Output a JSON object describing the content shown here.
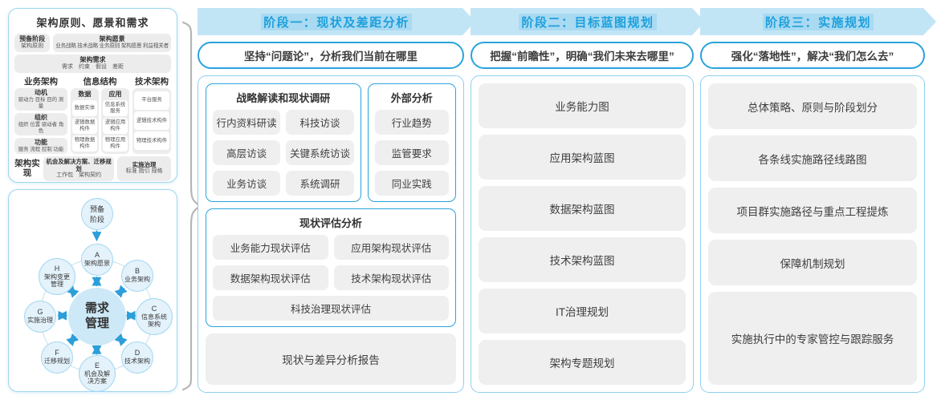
{
  "colors": {
    "band_bg": "#c2e5f6",
    "band_text": "#1ea0dc",
    "accent_blue_border": "#29a3dd",
    "light_blue_border": "#8fcfee",
    "gray_box": "#efefef",
    "node_fill": "#e4f2fb",
    "node_border": "#a3d7f0",
    "center_fill": "#cde8f7",
    "arrow_blue": "#2b9fd9",
    "brace_gray": "#b5b5b5"
  },
  "framework_panel": {
    "title": "架构原则、愿景和需求",
    "prep_stage": {
      "title": "预备阶段",
      "sub": "架构原则"
    },
    "vision": {
      "title": "架构愿景",
      "sub": "业务战略 技术战略 业务原则 架构愿景 利益相关者"
    },
    "requirements": {
      "title": "架构需求",
      "sub": "需求　约束　假设　差距"
    },
    "business": {
      "title": "业务架构",
      "boxes": [
        {
          "t": "动机",
          "s": "驱动力 目标 目的 测量"
        },
        {
          "t": "组织",
          "s": "组织 位置 驱动者 角色"
        },
        {
          "t": "功能",
          "s": "服务 流程 控制 功能"
        }
      ]
    },
    "information": {
      "title": "信息结构",
      "data_group": {
        "t": "数据",
        "items": [
          "数据实体",
          "逻辑数据构件",
          "物理数据构件"
        ]
      },
      "app_group": {
        "t": "应用",
        "items": [
          "信息系统服务",
          "逻辑应用构件",
          "物理应用构件"
        ]
      }
    },
    "technology": {
      "title": "技术架构",
      "items": [
        "平台服务",
        "逻辑技术构件",
        "物理技术构件"
      ]
    },
    "realization": {
      "label": "架构实现",
      "opportunities": {
        "t": "机会及解决方案、迁移规划",
        "s": "工作包　架构契约"
      },
      "governance": {
        "t": "实施治理",
        "s": "标准 指引 规格"
      }
    }
  },
  "adm": {
    "prep": "预备阶段",
    "center": "需求管理",
    "nodes": [
      {
        "letter": "A",
        "label": "架构愿景"
      },
      {
        "letter": "B",
        "label": "业务架构"
      },
      {
        "letter": "C",
        "label": "信息系统架构"
      },
      {
        "letter": "D",
        "label": "技术架构"
      },
      {
        "letter": "E",
        "label": "机会及解决方案"
      },
      {
        "letter": "F",
        "label": "迁移规划"
      },
      {
        "letter": "G",
        "label": "实施治理"
      },
      {
        "letter": "H",
        "label": "架构变更管理"
      }
    ]
  },
  "phases": [
    {
      "header": "阶段一：现状及差距分析",
      "subtitle": "坚持“问题论”，分析我们当前在哪里",
      "research": {
        "title": "战略解读和现状调研",
        "items": [
          "行内资料研读",
          "科技访谈",
          "高层访谈",
          "关键系统访谈",
          "业务访谈",
          "系统调研"
        ]
      },
      "external": {
        "title": "外部分析",
        "items": [
          "行业趋势",
          "监管要求",
          "同业实践"
        ]
      },
      "assessment": {
        "title": "现状评估分析",
        "items": [
          "业务能力现状评估",
          "应用架构现状评估",
          "数据架构现状评估",
          "技术架构现状评估",
          "科技治理现状评估"
        ]
      },
      "report": "现状与差异分析报告"
    },
    {
      "header": "阶段二：目标蓝图规划",
      "subtitle": "把握“前瞻性”，明确“我们未来去哪里”",
      "items": [
        "业务能力图",
        "应用架构蓝图",
        "数据架构蓝图",
        "技术架构蓝图",
        "IT治理规划",
        "架构专题规划"
      ]
    },
    {
      "header": "阶段三：实施规划",
      "subtitle": "强化“落地性”，解决“我们怎么去”",
      "items": [
        "总体策略、原则与阶段划分",
        "各条线实施路径线路图",
        "项目群实施路径与重点工程提炼",
        "保障机制规划",
        "实施执行中的专家管控与跟踪服务"
      ]
    }
  ]
}
